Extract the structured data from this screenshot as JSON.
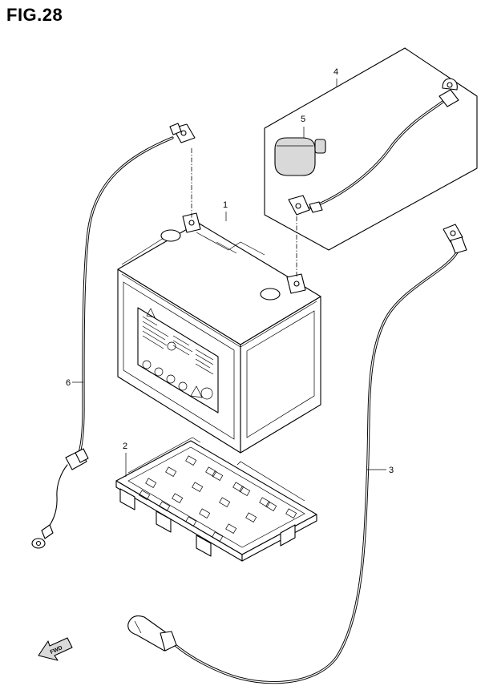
{
  "figure": {
    "title": "FIG.28"
  },
  "callouts": [
    {
      "id": "1",
      "text": "1"
    },
    {
      "id": "2",
      "text": "2"
    },
    {
      "id": "3",
      "text": "3"
    },
    {
      "id": "4",
      "text": "4"
    },
    {
      "id": "5",
      "text": "5"
    },
    {
      "id": "6",
      "text": "6"
    }
  ],
  "direction": {
    "text": "FWD"
  }
}
